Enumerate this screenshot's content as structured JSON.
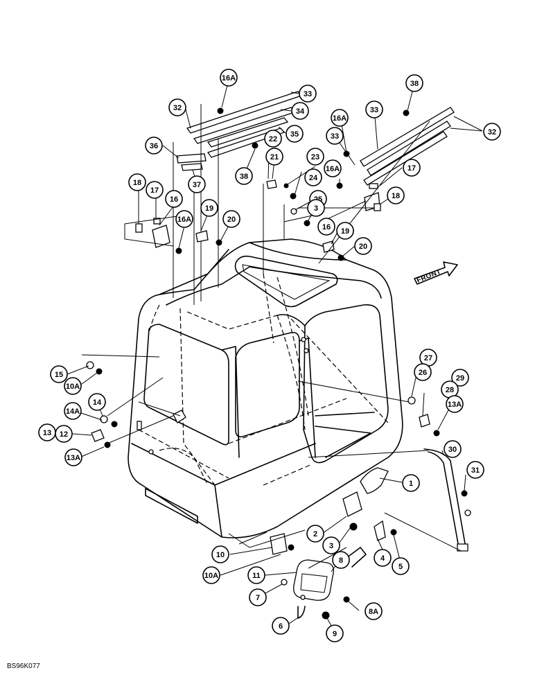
{
  "diagram": {
    "direction_label": "FRONT",
    "figure_code": "BS96K077"
  },
  "callouts": {
    "c1": "1",
    "c2": "2",
    "c3a": "3",
    "c3b": "3",
    "c4": "4",
    "c5": "5",
    "c6": "6",
    "c7": "7",
    "c8": "8",
    "c8a": "8A",
    "c9": "9",
    "c10": "10",
    "c10a_left": "10A",
    "c10a_bottom": "10A",
    "c11": "11",
    "c12": "12",
    "c13": "13",
    "c13a_left": "13A",
    "c13a_right": "13A",
    "c14": "14",
    "c14a": "14A",
    "c15": "15",
    "c16_left": "16",
    "c16_right": "16",
    "c16a_top": "16A",
    "c16a_left": "16A",
    "c16a_mid": "16A",
    "c16a_right": "16A",
    "c17_left": "17",
    "c17_right": "17",
    "c18_left": "18",
    "c18_right": "18",
    "c19_left": "19",
    "c19_right": "19",
    "c20_left": "20",
    "c20_right": "20",
    "c21": "21",
    "c22": "22",
    "c23": "23",
    "c24": "24",
    "c25": "25",
    "c26": "26",
    "c27": "27",
    "c28": "28",
    "c29": "29",
    "c30": "30",
    "c31": "31",
    "c32_left": "32",
    "c32_right": "32",
    "c33_left": "33",
    "c33_mid": "33",
    "c33_right": "33",
    "c34": "34",
    "c35": "35",
    "c36": "36",
    "c37": "37",
    "c38_left": "38",
    "c38_right": "38"
  }
}
